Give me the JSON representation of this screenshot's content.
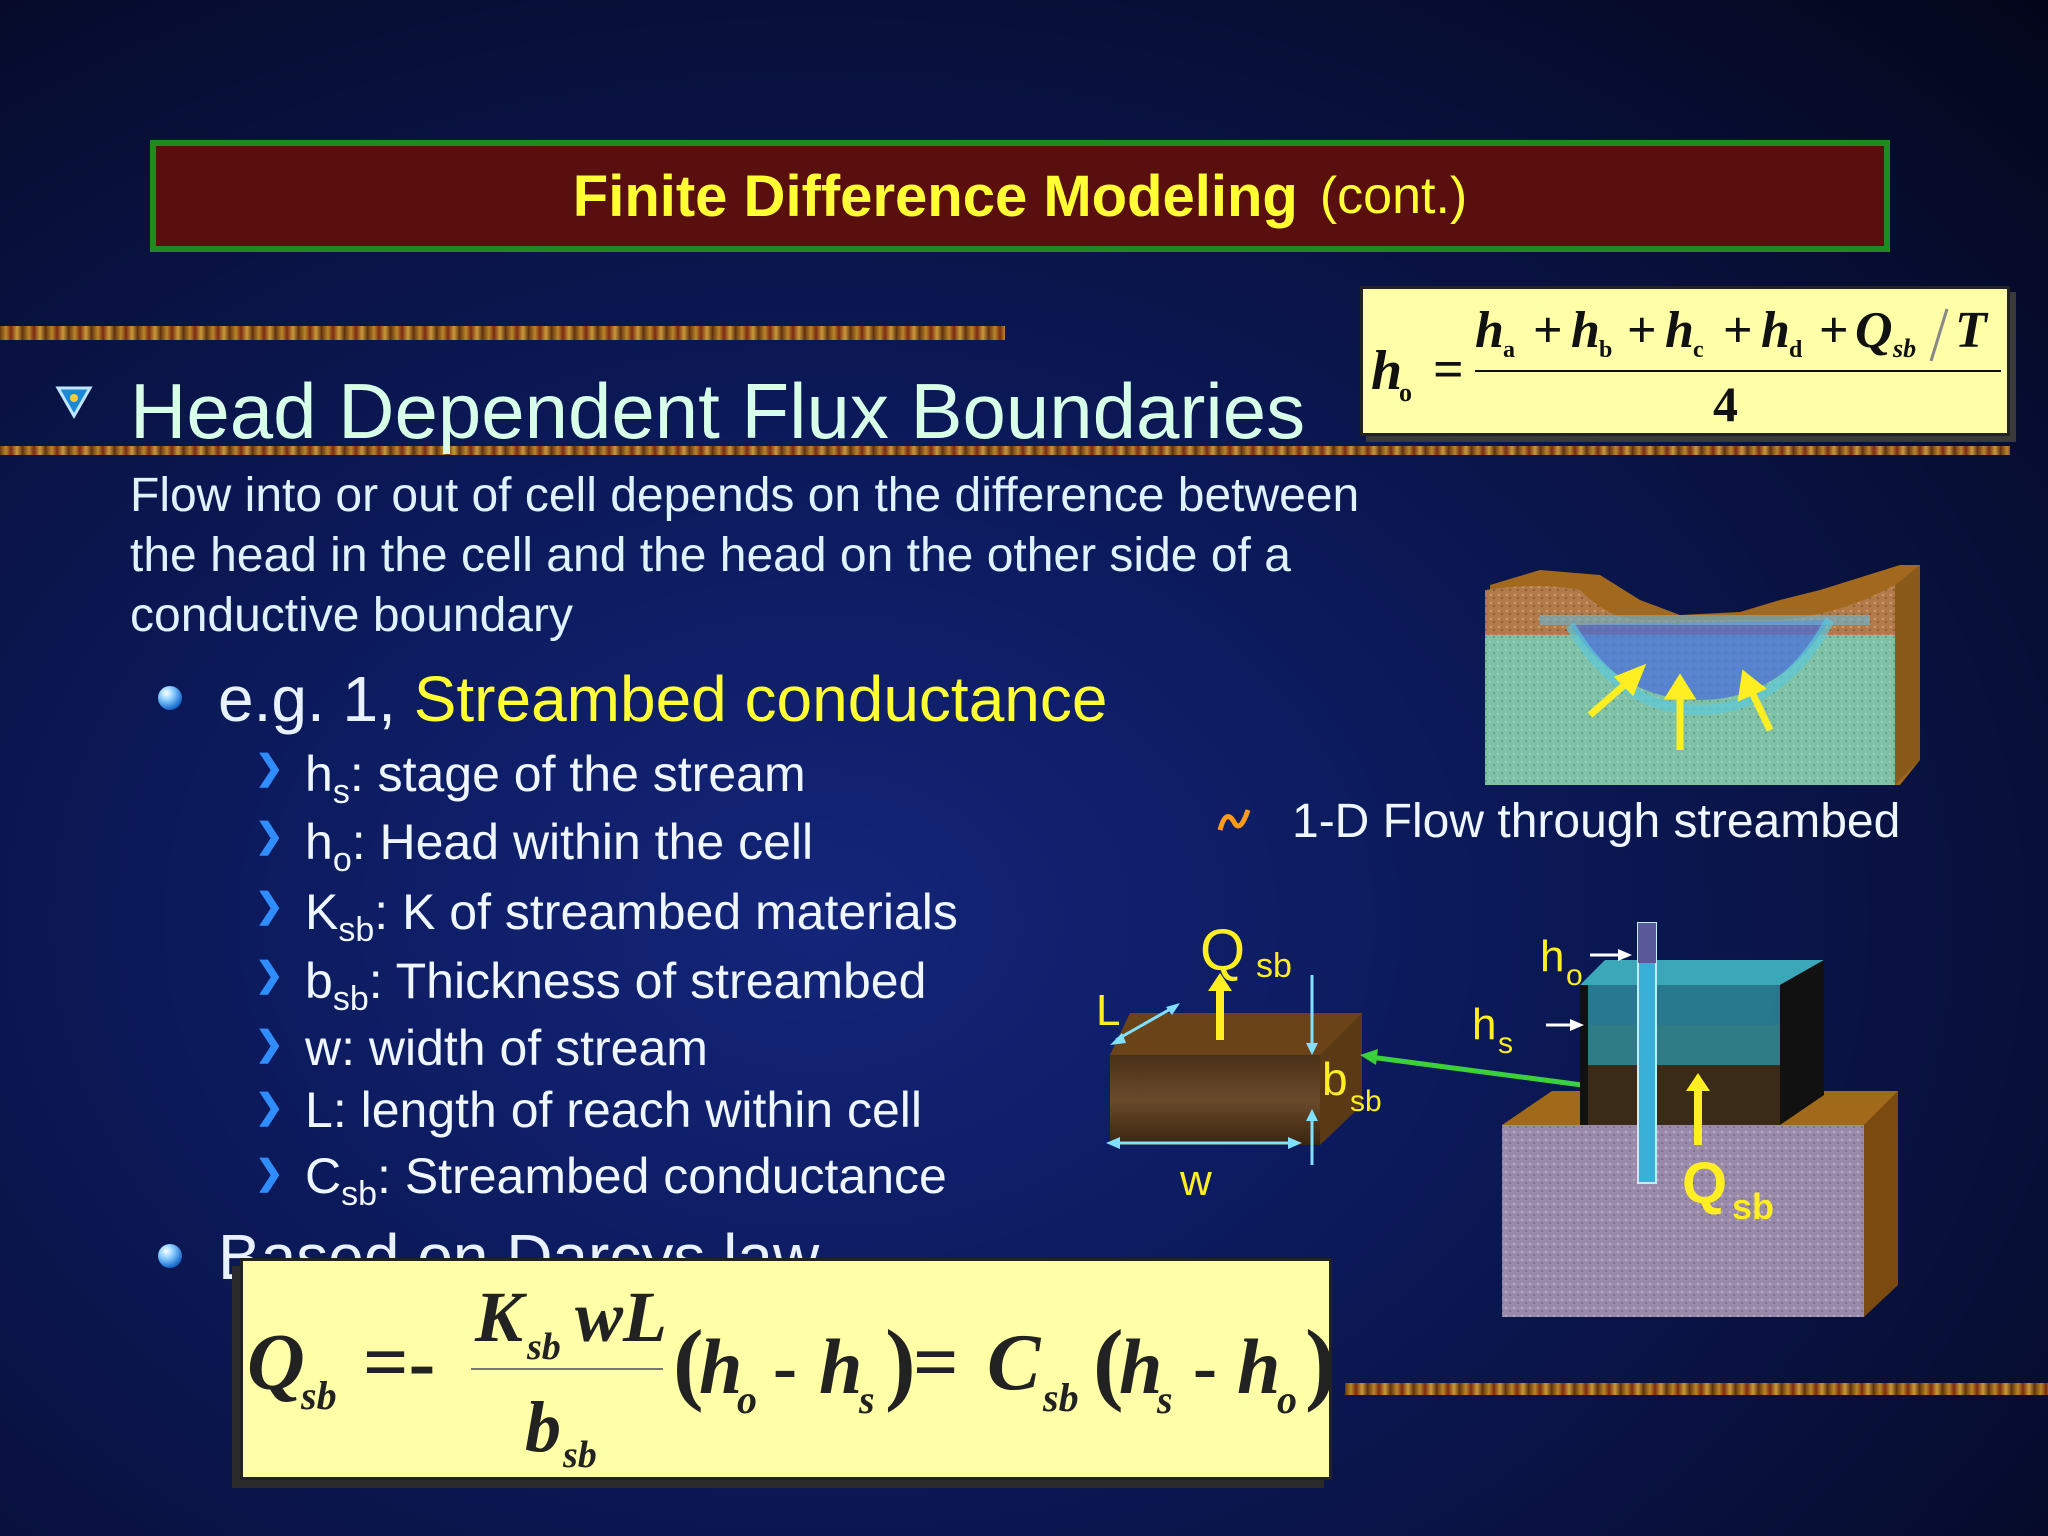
{
  "title": {
    "bold": "Finite Difference Modeling",
    "suffix": "(cont.)"
  },
  "heading": "Head Dependent Flux Boundaries",
  "body": "Flow into or out of cell depends on the difference between the head in the cell and the head on the other side of a conductive boundary",
  "example1": {
    "prefix": "e.g. 1, ",
    "highlight": "Streambed conductance"
  },
  "definitions": [
    {
      "sym": "h",
      "sub": "s",
      "text": ": stage of the stream"
    },
    {
      "sym": "h",
      "sub": "o",
      "text": ": Head within the cell"
    },
    {
      "sym": "K",
      "sub": "sb",
      "text": ": K of streambed materials"
    },
    {
      "sym": "b",
      "sub": "sb",
      "text": ": Thickness of streambed"
    },
    {
      "sym": "w",
      "sub": "",
      "text": ": width of stream"
    },
    {
      "sym": "L",
      "sub": "",
      "text": ": length of reach within cell"
    },
    {
      "sym": "C",
      "sub": "sb",
      "text": ": Streambed conductance"
    }
  ],
  "based_on": "Based on Darcys law",
  "caption_1d": "1-D Flow through streambed",
  "eq_top": {
    "lhs": "h",
    "lhs_sub": "o",
    "numerator": "h_a + h_b + h_c + h_d + Q_sb / T",
    "denominator": "4"
  },
  "eq_bottom": {
    "text": "Q_sb = - (K_sb w L / b_sb)(h_o - h_s) = C_sb (h_s - h_o)"
  },
  "diagram_labels": {
    "Q": "Q",
    "sb": "sb",
    "L": "L",
    "b": "b",
    "w": "w",
    "ho": "h",
    "ho_sub": "o",
    "hs": "h",
    "hs_sub": "s"
  },
  "colors": {
    "accent": "#ffff33",
    "title_bg": "#5a0f0f",
    "title_border": "#1f8a1f",
    "eq_bg": "#ffffa8"
  }
}
